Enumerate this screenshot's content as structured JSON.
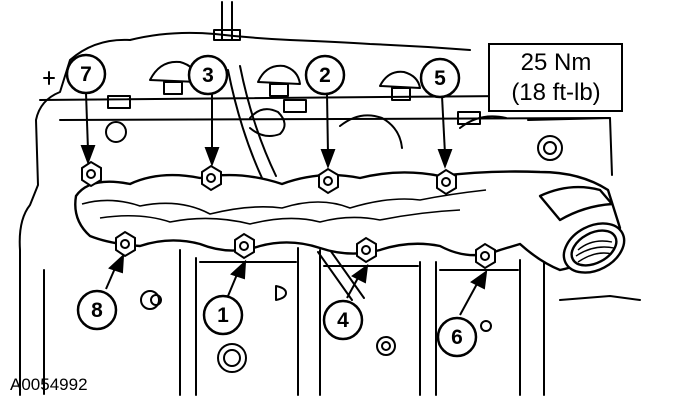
{
  "torque_spec": {
    "metric": "25 Nm",
    "imperial": "(18 ft-lb)"
  },
  "figure_id": "A0054992",
  "bolt_callouts": [
    {
      "label": "1"
    },
    {
      "label": "2"
    },
    {
      "label": "3"
    },
    {
      "label": "4"
    },
    {
      "label": "5"
    },
    {
      "label": "6"
    },
    {
      "label": "7"
    },
    {
      "label": "8"
    }
  ],
  "colors": {
    "line": "#000000",
    "callout_fill": "#ffffff",
    "background": "#ffffff"
  }
}
